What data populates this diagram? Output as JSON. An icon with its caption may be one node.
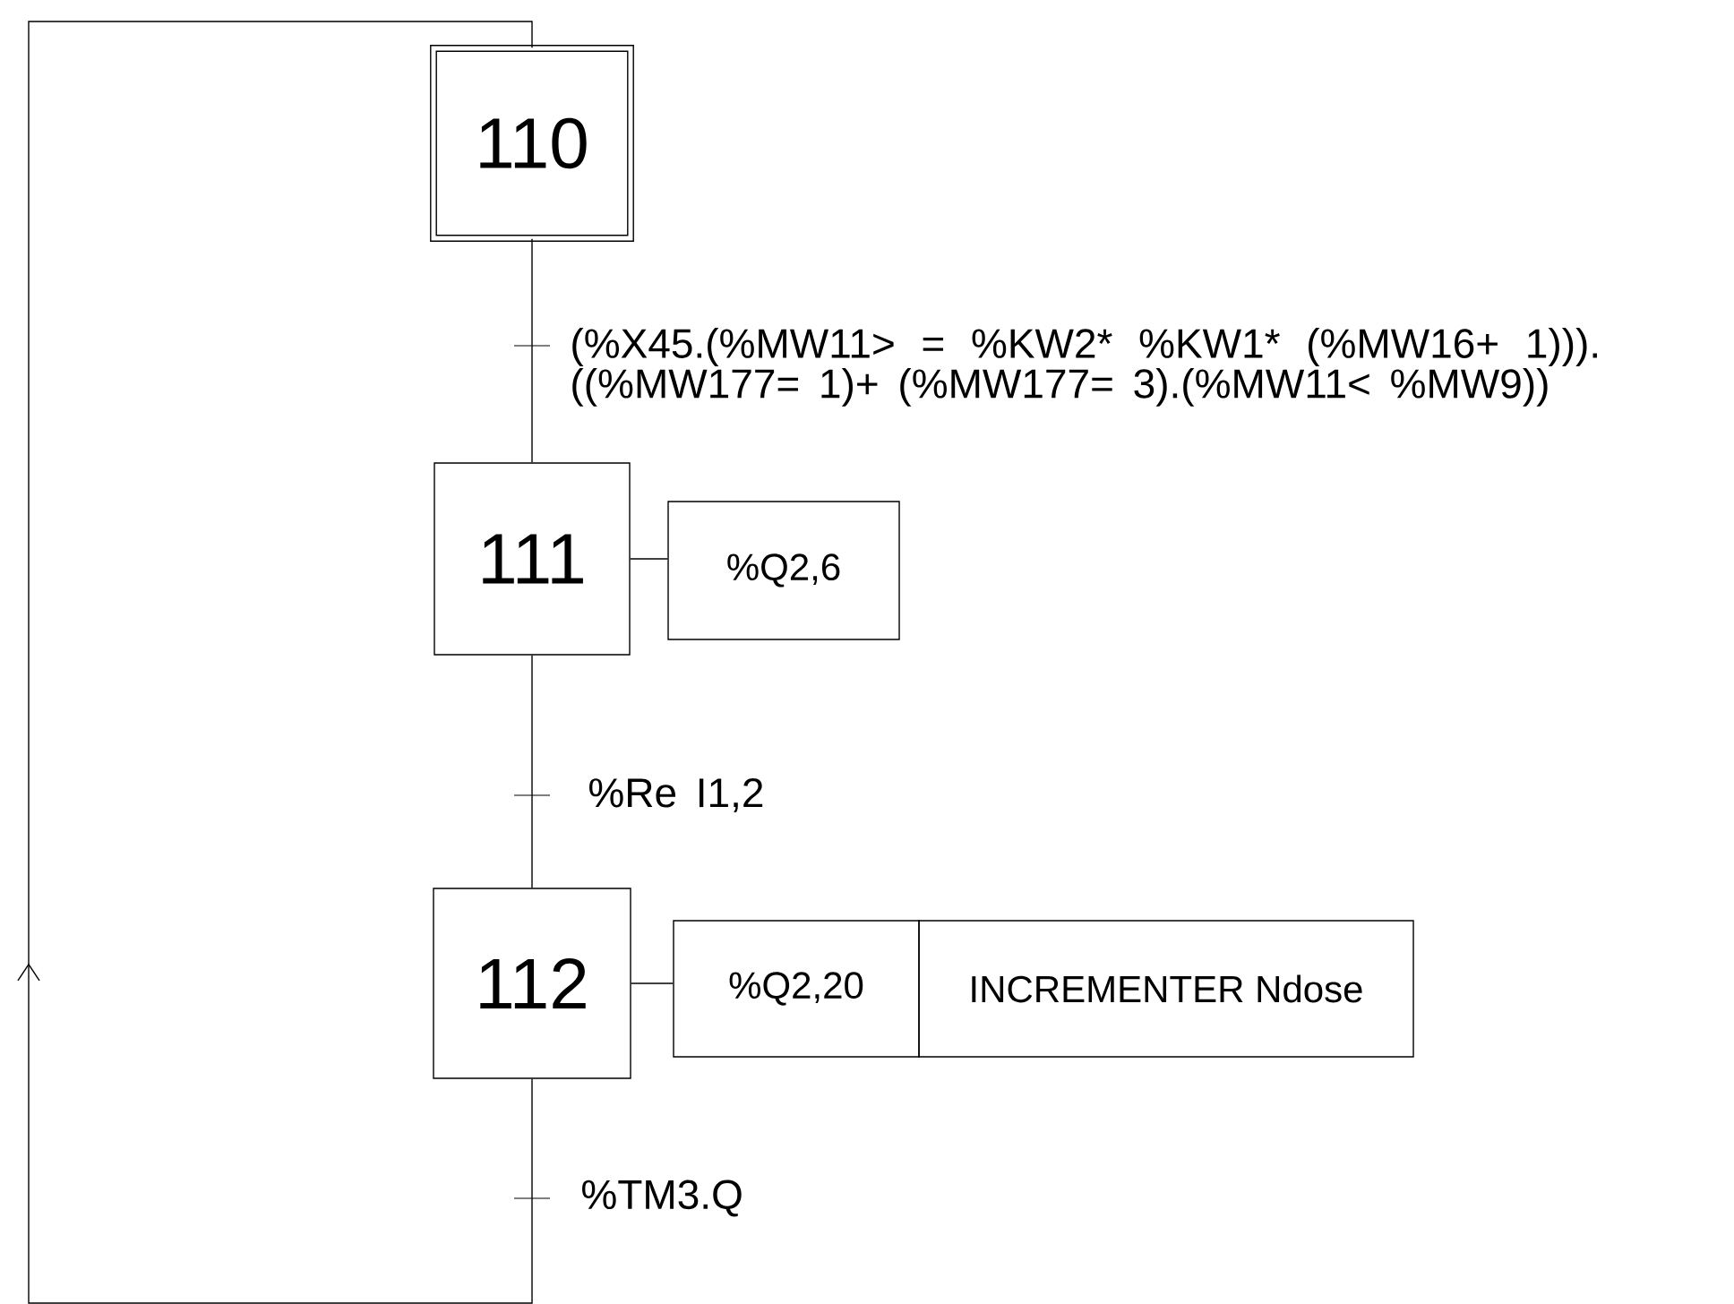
{
  "diagram": {
    "nodes": [
      {
        "text": [
          "110"
        ]
      },
      {
        "text": [
          "111"
        ]
      },
      {
        "text": [
          "%Q2,6"
        ]
      },
      {
        "text": [
          "112"
        ]
      },
      {
        "text": [
          "%Q2,20"
        ]
      },
      {
        "text": [
          "INCREMENTER Ndose"
        ]
      }
    ],
    "edges": [
      {
        "from": 0,
        "to": 1,
        "arrow": "none",
        "label": "(%X45.(%MW11> = %KW2* %KW1* (%MW16+ 1))). ((%MW177= 1)+ (%MW177= 3).(%MW11< %MW9))"
      },
      {
        "from": 1,
        "to": 2,
        "arrow": "none"
      },
      {
        "from": 1,
        "to": 3,
        "arrow": "none",
        "label": "%Re I1,2"
      },
      {
        "from": 3,
        "to": 4,
        "arrow": "none"
      },
      {
        "from": 3,
        "to": 0,
        "arrow": "to",
        "label": "%TM3.Q"
      }
    ]
  }
}
